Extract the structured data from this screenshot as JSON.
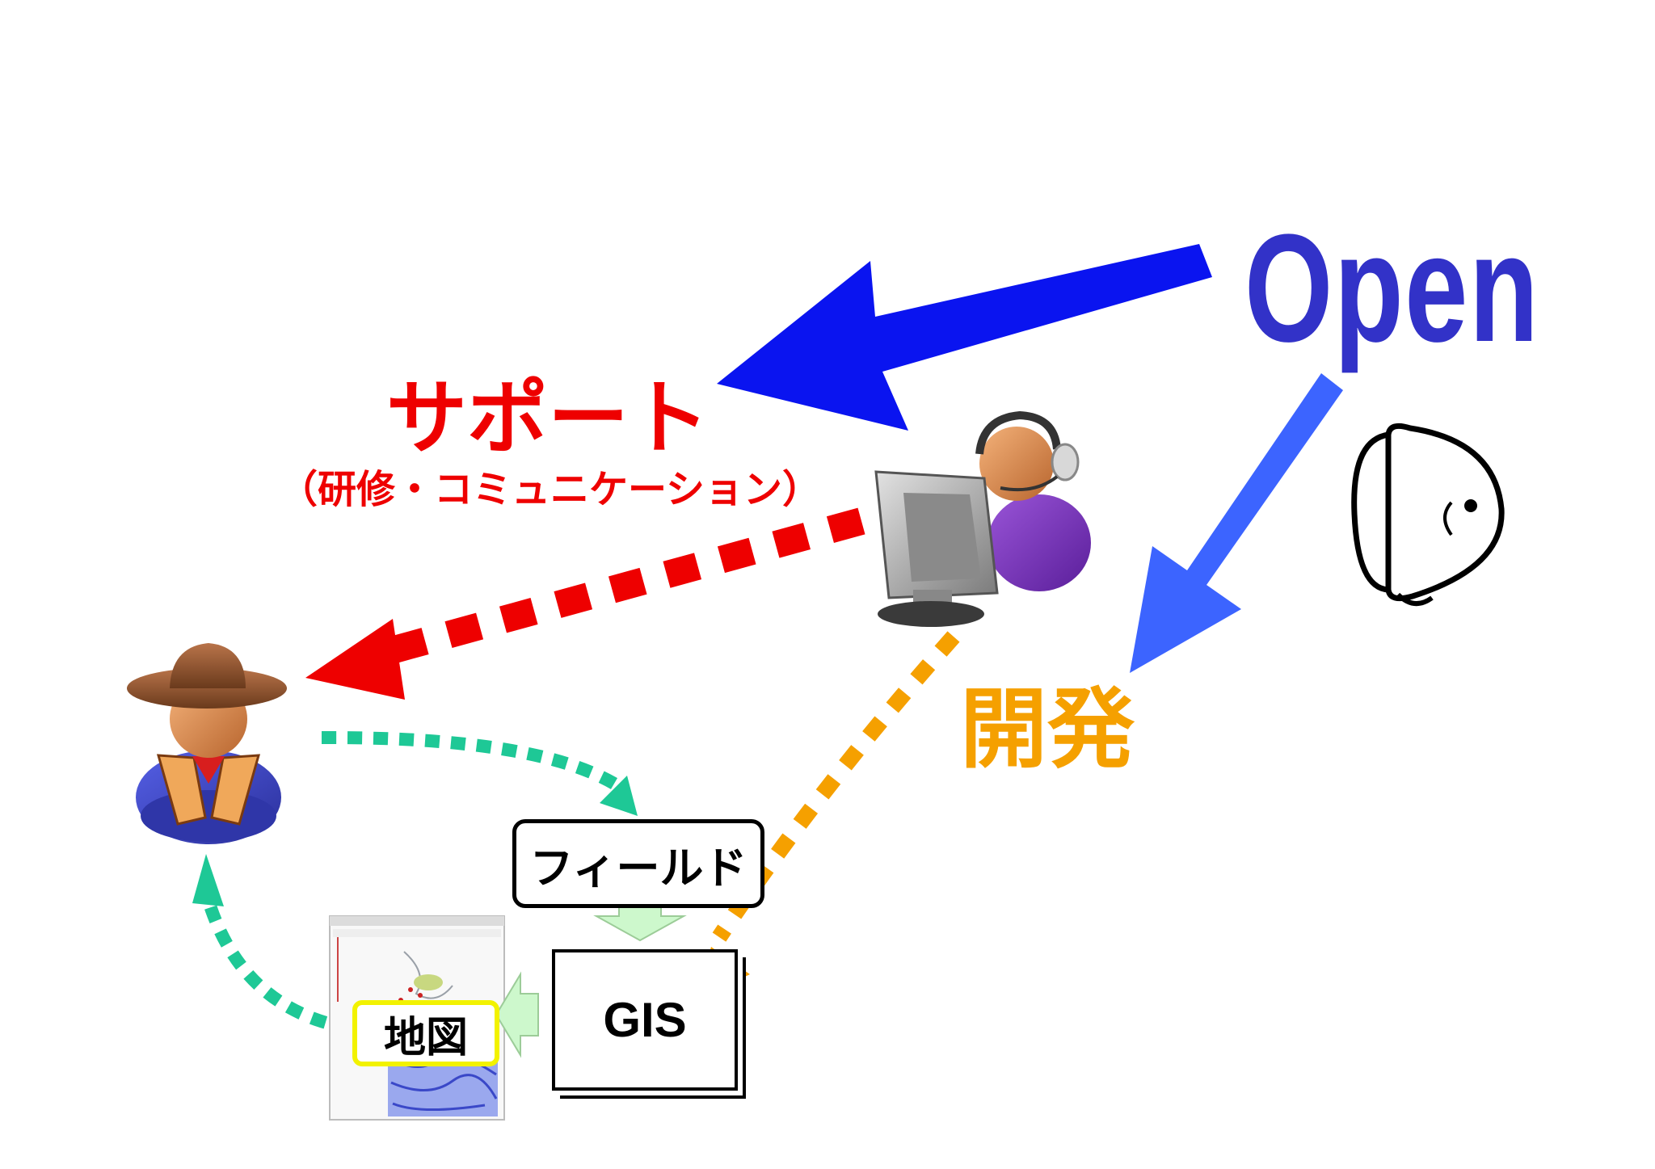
{
  "labels": {
    "open": "Open",
    "support": "サポート",
    "support_sub": "（研修・コミュニケーション）",
    "development": "開発",
    "field": "フィールド",
    "gis": "GIS",
    "map": "地図"
  },
  "icons": {
    "field_user": "cowboy-user-icon",
    "support_staff": "headset-operator-icon",
    "developer": "developer-face-icon",
    "map_screenshot": "map-screenshot-icon"
  },
  "colors": {
    "open_text": "#3232c8",
    "support_arrow": "#0a14f0",
    "dev_arrow": "#3c64ff",
    "support_text": "#ee0000",
    "dev_text": "#f5a000",
    "field_loop": "#1ec896",
    "map_highlight": "#f2f200"
  }
}
